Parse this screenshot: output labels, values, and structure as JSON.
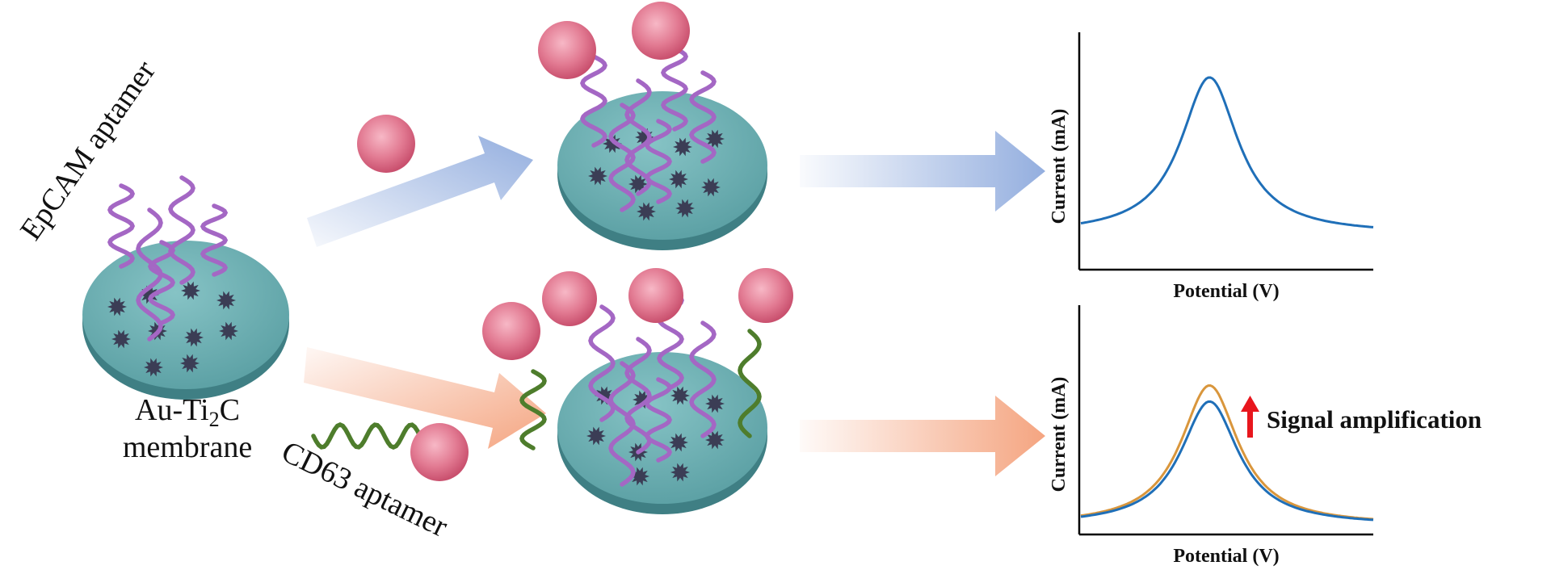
{
  "labels": {
    "epcam_aptamer": "EpCAM aptamer",
    "membrane_line1": "Au-Ti",
    "membrane_sub": "2",
    "membrane_line1_end": "C",
    "membrane_line2": "membrane",
    "cd63_aptamer": "CD63 aptamer",
    "signal_amplification": "Signal amplification"
  },
  "charts": {
    "top": {
      "xlabel": "Potential (V)",
      "ylabel": "Current (mA)"
    },
    "bottom": {
      "xlabel": "Potential (V)",
      "ylabel": "Current (mA)"
    }
  },
  "colors": {
    "membrane": "#6aaeb1",
    "membrane_edge": "#3f7f84",
    "epcam_strand": "#a467c4",
    "cd63_strand": "#4e7d2c",
    "exosome": "#e27a92",
    "arrow_blue": "#8eaadd",
    "arrow_orange": "#f4a07a",
    "curve_blue": "#1f6fb8",
    "curve_orange": "#d9963c",
    "amplification_arrow": "#e8161d"
  },
  "chart_data": [
    {
      "type": "line",
      "title": "",
      "xlabel": "Potential (V)",
      "ylabel": "Current (mA)",
      "series": [
        {
          "peak_center": 0.44,
          "peak_height": 0.81,
          "baseline": 0.15,
          "width": 0.12
        }
      ]
    },
    {
      "type": "line",
      "title": "",
      "xlabel": "Potential (V)",
      "ylabel": "Current (mA)",
      "series": [
        {
          "peak_center": 0.44,
          "peak_height": 0.58,
          "baseline": 0.04,
          "width": 0.12
        },
        {
          "peak_center": 0.44,
          "peak_height": 0.65,
          "baseline": 0.04,
          "width": 0.12
        }
      ]
    }
  ]
}
